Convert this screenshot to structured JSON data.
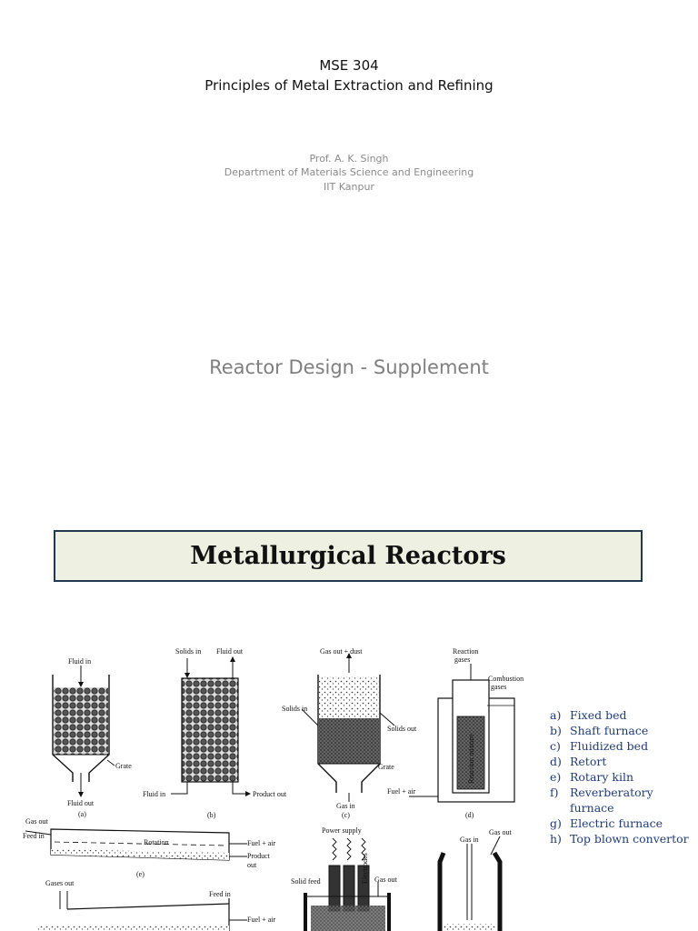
{
  "header": {
    "course_code": "MSE 304",
    "course_title": "Principles of Metal Extraction and Refining"
  },
  "author": {
    "name": "Prof. A. K. Singh",
    "department": "Department of Materials Science and Engineering",
    "institute": "IIT Kanpur"
  },
  "subtitle": "Reactor Design - Supplement",
  "section": {
    "heading": "Metallurgical Reactors"
  },
  "figure": {
    "a": {
      "top": "Fluid in",
      "grate": "Grate",
      "bottom": "Fluid out",
      "caption": "(a)"
    },
    "b": {
      "solids_in": "Solids in",
      "fluid_out": "Fluid out",
      "fluid_in": "Fluid in",
      "product_out": "Product out",
      "caption": "(b)"
    },
    "c": {
      "top": "Gas out + dust",
      "solids_in": "Solids in",
      "solids_out": "Solids out",
      "grate": "Grate",
      "gas_in": "Gas in",
      "caption": "(c)"
    },
    "d": {
      "reaction": "Reaction",
      "gases": "gases",
      "combustion": "Combustion",
      "combustion_gases": "gases",
      "mixture": "Reaction mixture",
      "fuel_air": "Fuel + air",
      "caption": "(d)"
    },
    "e": {
      "gas_out": "Gas out",
      "feed_in": "Feed in",
      "rotation": "Rotation",
      "fuel_air": "Fuel + air",
      "product": "Product",
      "out": "out",
      "caption": "(e)"
    },
    "f": {
      "gases_out": "Gases out",
      "feed_in": "Feed in",
      "fuel_air": "Fuel + air"
    },
    "g": {
      "power": "Power supply",
      "electrodes": "Electrodes",
      "solid_feed": "Solid feed",
      "gas_out": "Gas out"
    },
    "h": {
      "gas_in": "Gas in",
      "gas_out": "Gas out"
    }
  },
  "reactor_list": [
    {
      "marker": "a)",
      "label": "Fixed bed"
    },
    {
      "marker": "b)",
      "label": "Shaft furnace"
    },
    {
      "marker": "c)",
      "label": "Fluidized bed"
    },
    {
      "marker": "d)",
      "label": "Retort"
    },
    {
      "marker": "e)",
      "label": "Rotary kiln"
    },
    {
      "marker": "f)",
      "label": "Reverberatory furnace"
    },
    {
      "marker": "g)",
      "label": "Electric furnace"
    },
    {
      "marker": "h)",
      "label": "Top blown convertor"
    }
  ]
}
